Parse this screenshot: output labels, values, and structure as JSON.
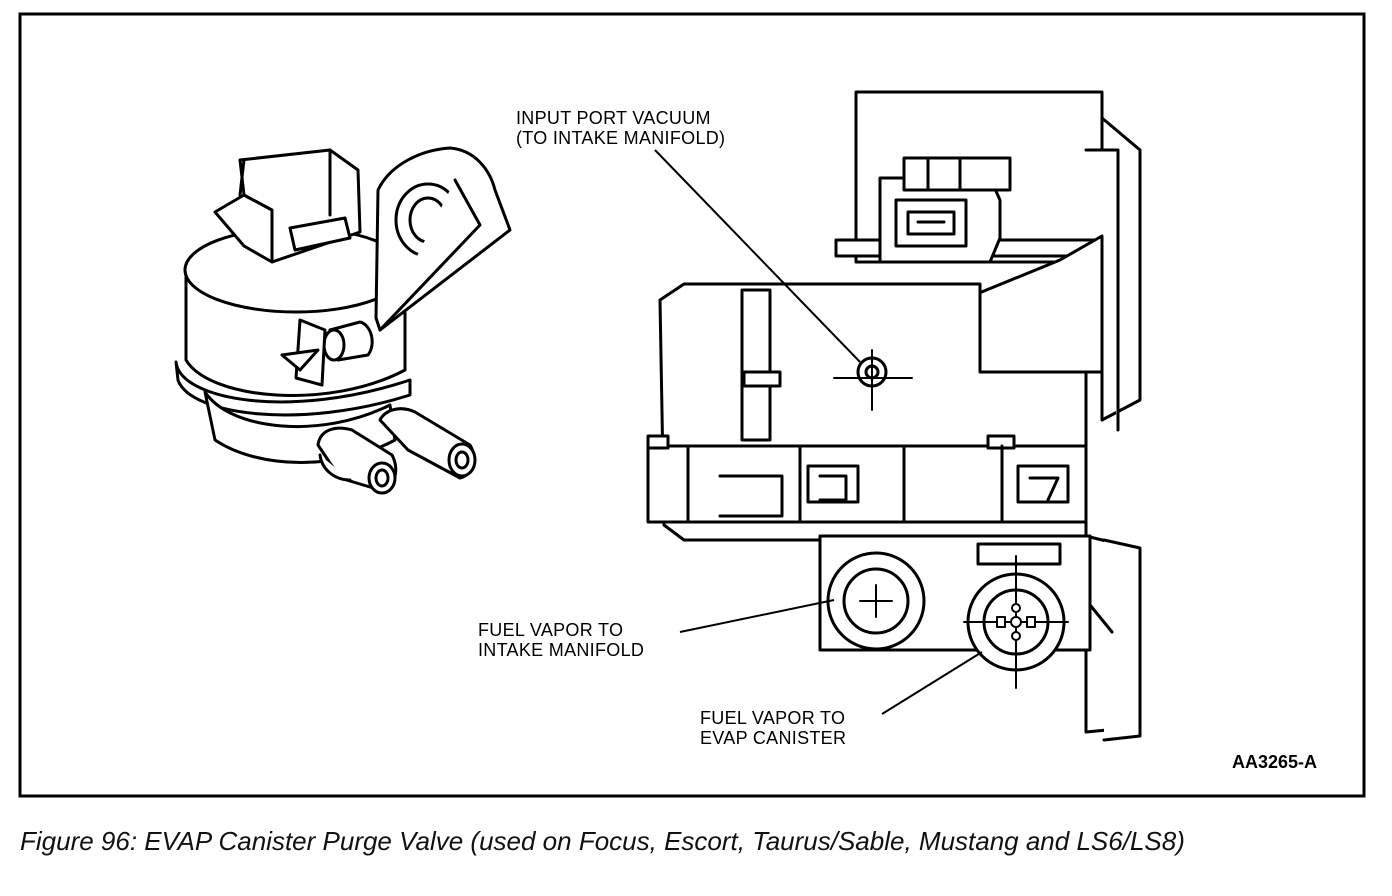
{
  "labels": {
    "input_port_line1": "INPUT PORT VACUUM",
    "input_port_line2": "(TO INTAKE MANIFOLD)",
    "fuel_intake_line1": "FUEL VAPOR TO",
    "fuel_intake_line2": "INTAKE MANIFOLD",
    "fuel_evap_line1": "FUEL VAPOR TO",
    "fuel_evap_line2": "EVAP CANISTER"
  },
  "reference_code": "AA3265-A",
  "caption": "Figure 96: EVAP Canister Purge Valve (used on Focus, Escort, Taurus/Sable, Mustang and LS6/LS8)"
}
